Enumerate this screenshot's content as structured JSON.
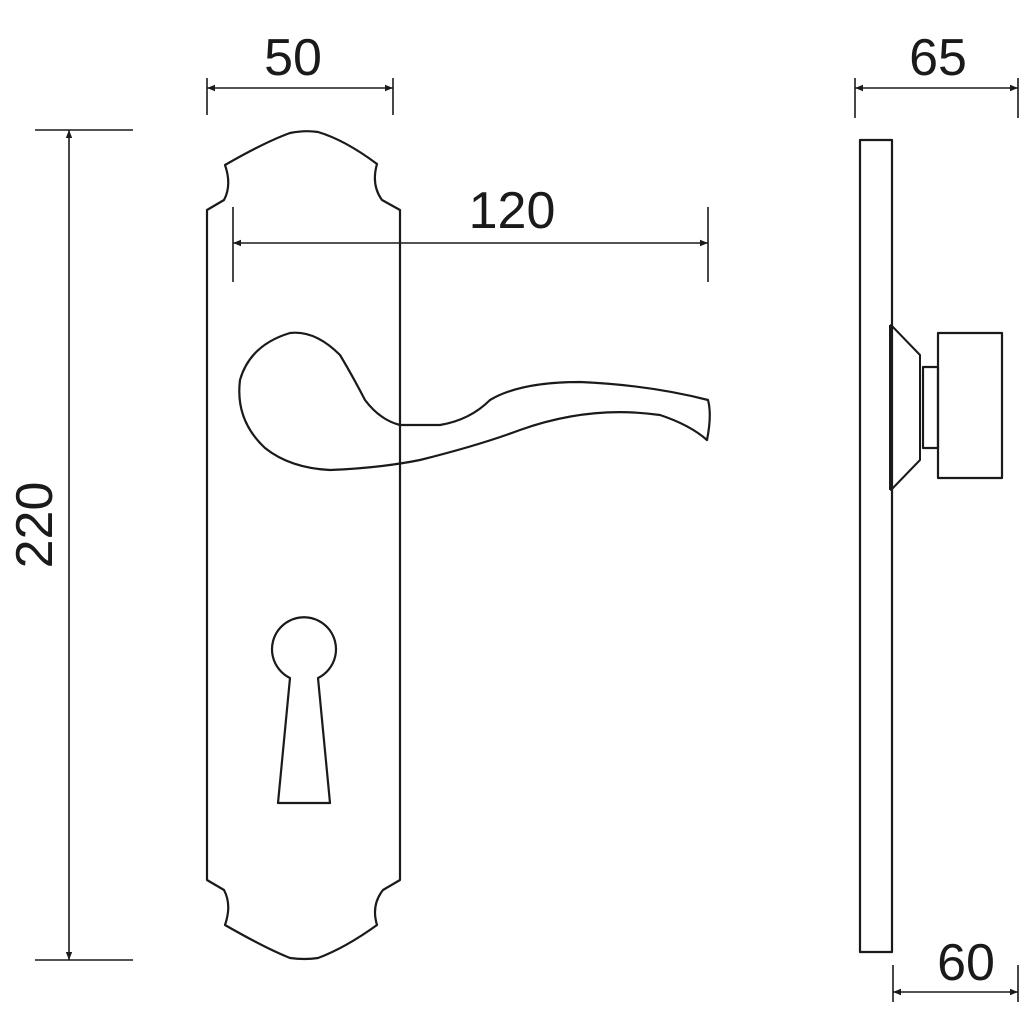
{
  "dimensions": {
    "plate_width": "50",
    "lever_length": "120",
    "plate_height": "220",
    "projection_total": "65",
    "projection_lever": "60"
  },
  "colors": {
    "line": "#1a1a1a",
    "background": "#ffffff"
  }
}
